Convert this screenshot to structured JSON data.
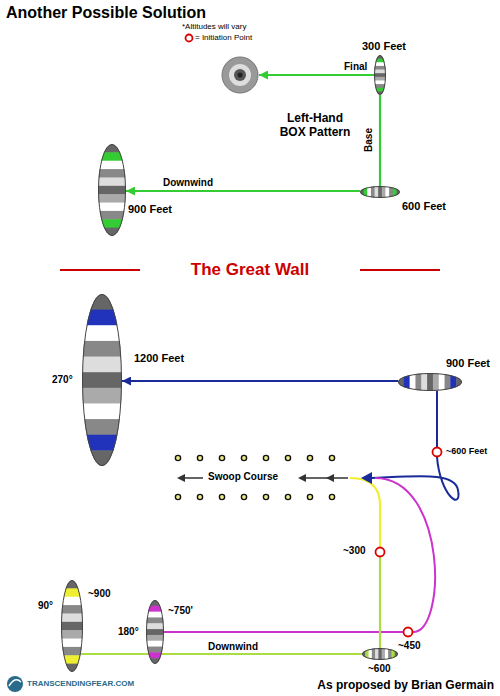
{
  "diagram": {
    "title": "Another Possible Solution",
    "caption": "As proposed by Brian Germain",
    "nodes": [
      {
        "text": [
          "900 Feet"
        ]
      },
      {
        "text": [
          "600 Feet"
        ]
      },
      {
        "text": [
          "300 Feet"
        ]
      },
      {
        "text": [
          "270°",
          "1200 Feet"
        ]
      },
      {
        "text": [
          "900 Feet"
        ]
      },
      {
        "text": [
          "180°",
          "~750'"
        ]
      },
      {
        "text": [
          "90°",
          "~900"
        ]
      },
      {
        "text": [
          "~600"
        ]
      }
    ],
    "edges": [
      {
        "from": 1,
        "to": 0,
        "arrow": "to",
        "label": "Downwind"
      },
      {
        "from": 1,
        "to": 2,
        "arrow": "none",
        "label": "Base"
      },
      {
        "from": 4,
        "to": 3,
        "arrow": "to"
      },
      {
        "from": 6,
        "to": 7,
        "arrow": "none",
        "label": "Downwind"
      }
    ],
    "labels": [
      "*Altitudes will vary",
      "Final",
      "Left-Hand BOX Pattern",
      "The Great Wall",
      "~600 Feet",
      "Swoop Course",
      "~450",
      "~300",
      "TRANSCENDINGFEAR.COM"
    ],
    "legend": [
      {
        "text": "= Initiation Point"
      }
    ]
  }
}
